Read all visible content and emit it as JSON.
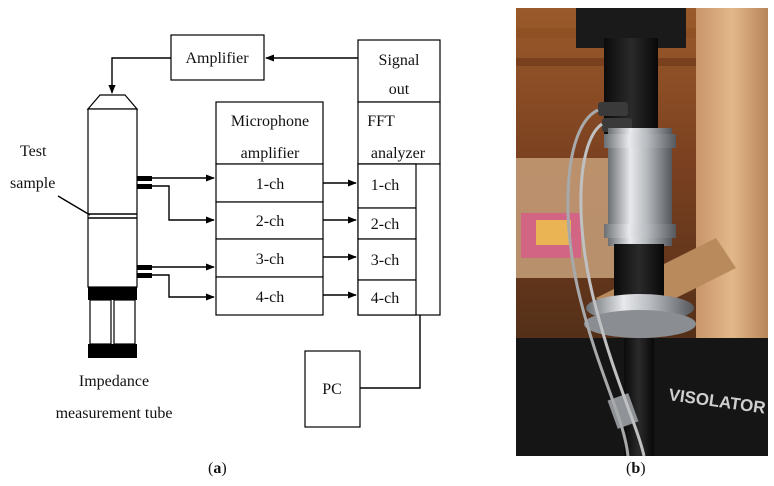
{
  "diagram": {
    "amplifier": "Amplifier",
    "signal_out": [
      "Signal",
      "out"
    ],
    "microphone_amplifier": [
      "Microphone",
      "amplifier"
    ],
    "fft_analyzer": [
      "FFT",
      "analyzer"
    ],
    "channels": [
      "1-ch",
      "2-ch",
      "3-ch",
      "4-ch"
    ],
    "test_sample": [
      "Test",
      "sample"
    ],
    "pc": "PC",
    "impedance_tube": [
      "Impedance",
      "measurement tube"
    ]
  },
  "photo": {
    "brand_text": "VISOLATOR"
  },
  "captions": {
    "a_open": "(",
    "a_letter": "a",
    "a_close": ")",
    "b_open": "(",
    "b_letter": "b",
    "b_close": ")"
  }
}
